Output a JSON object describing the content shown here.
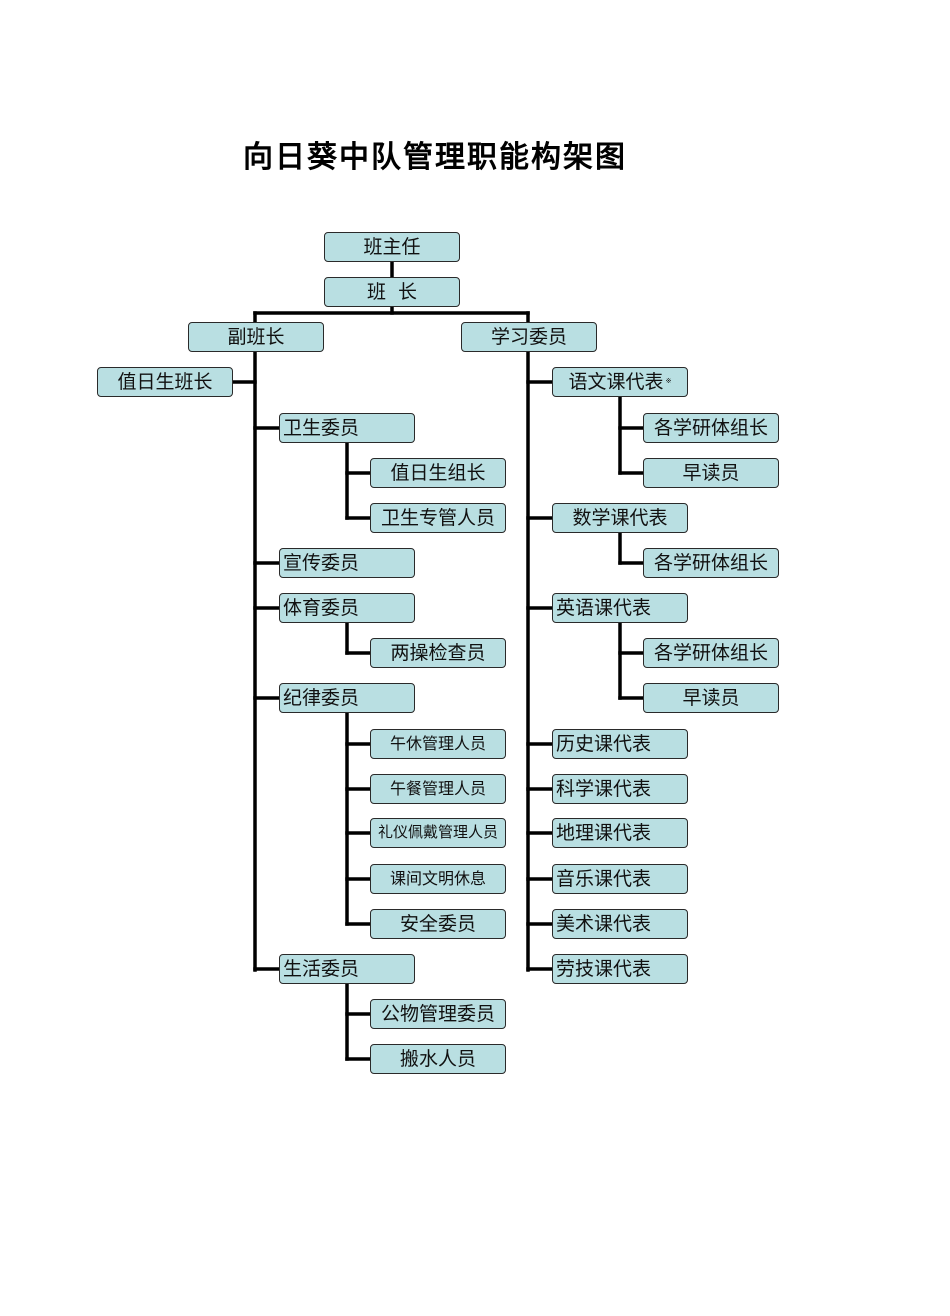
{
  "title": "向日葵中队管理职能构架图",
  "nodes": {
    "banzhuren": "班主任",
    "banzhang": "班  长",
    "fubanzhang": "副班长",
    "xuexi": "学习委员",
    "zhiri_banzhang": "值日生班长",
    "weisheng": "卫生委员",
    "zhiri_zuzhang": "值日生组长",
    "weisheng_zhuanguan": "卫生专管人员",
    "xuanchuan": "宣传委员",
    "tiyu": "体育委员",
    "liangcao": "两操检查员",
    "jilv": "纪律委员",
    "wuxiu": "午休管理人员",
    "wucan": "午餐管理人员",
    "liyi": "礼仪佩戴管理人员",
    "kejian": "课间文明休息",
    "anquan": "安全委员",
    "shenghuo": "生活委员",
    "gongwu": "公物管理委员",
    "banshui": "搬水人员",
    "yuwen": "语文课代表",
    "yuwen_mark": "※",
    "yuwen_yanjiu": "各学研体组长",
    "yuwen_zaodu": "早读员",
    "shuxue": "数学课代表",
    "shuxue_yanjiu": "各学研体组长",
    "yingyu": "英语课代表",
    "yingyu_yanjiu": "各学研体组长",
    "yingyu_zaodu": "早读员",
    "lishi": "历史课代表",
    "kexue": "科学课代表",
    "dili": "地理课代表",
    "yinyue": "音乐课代表",
    "meishu": "美术课代表",
    "laoji": "劳技课代表"
  }
}
